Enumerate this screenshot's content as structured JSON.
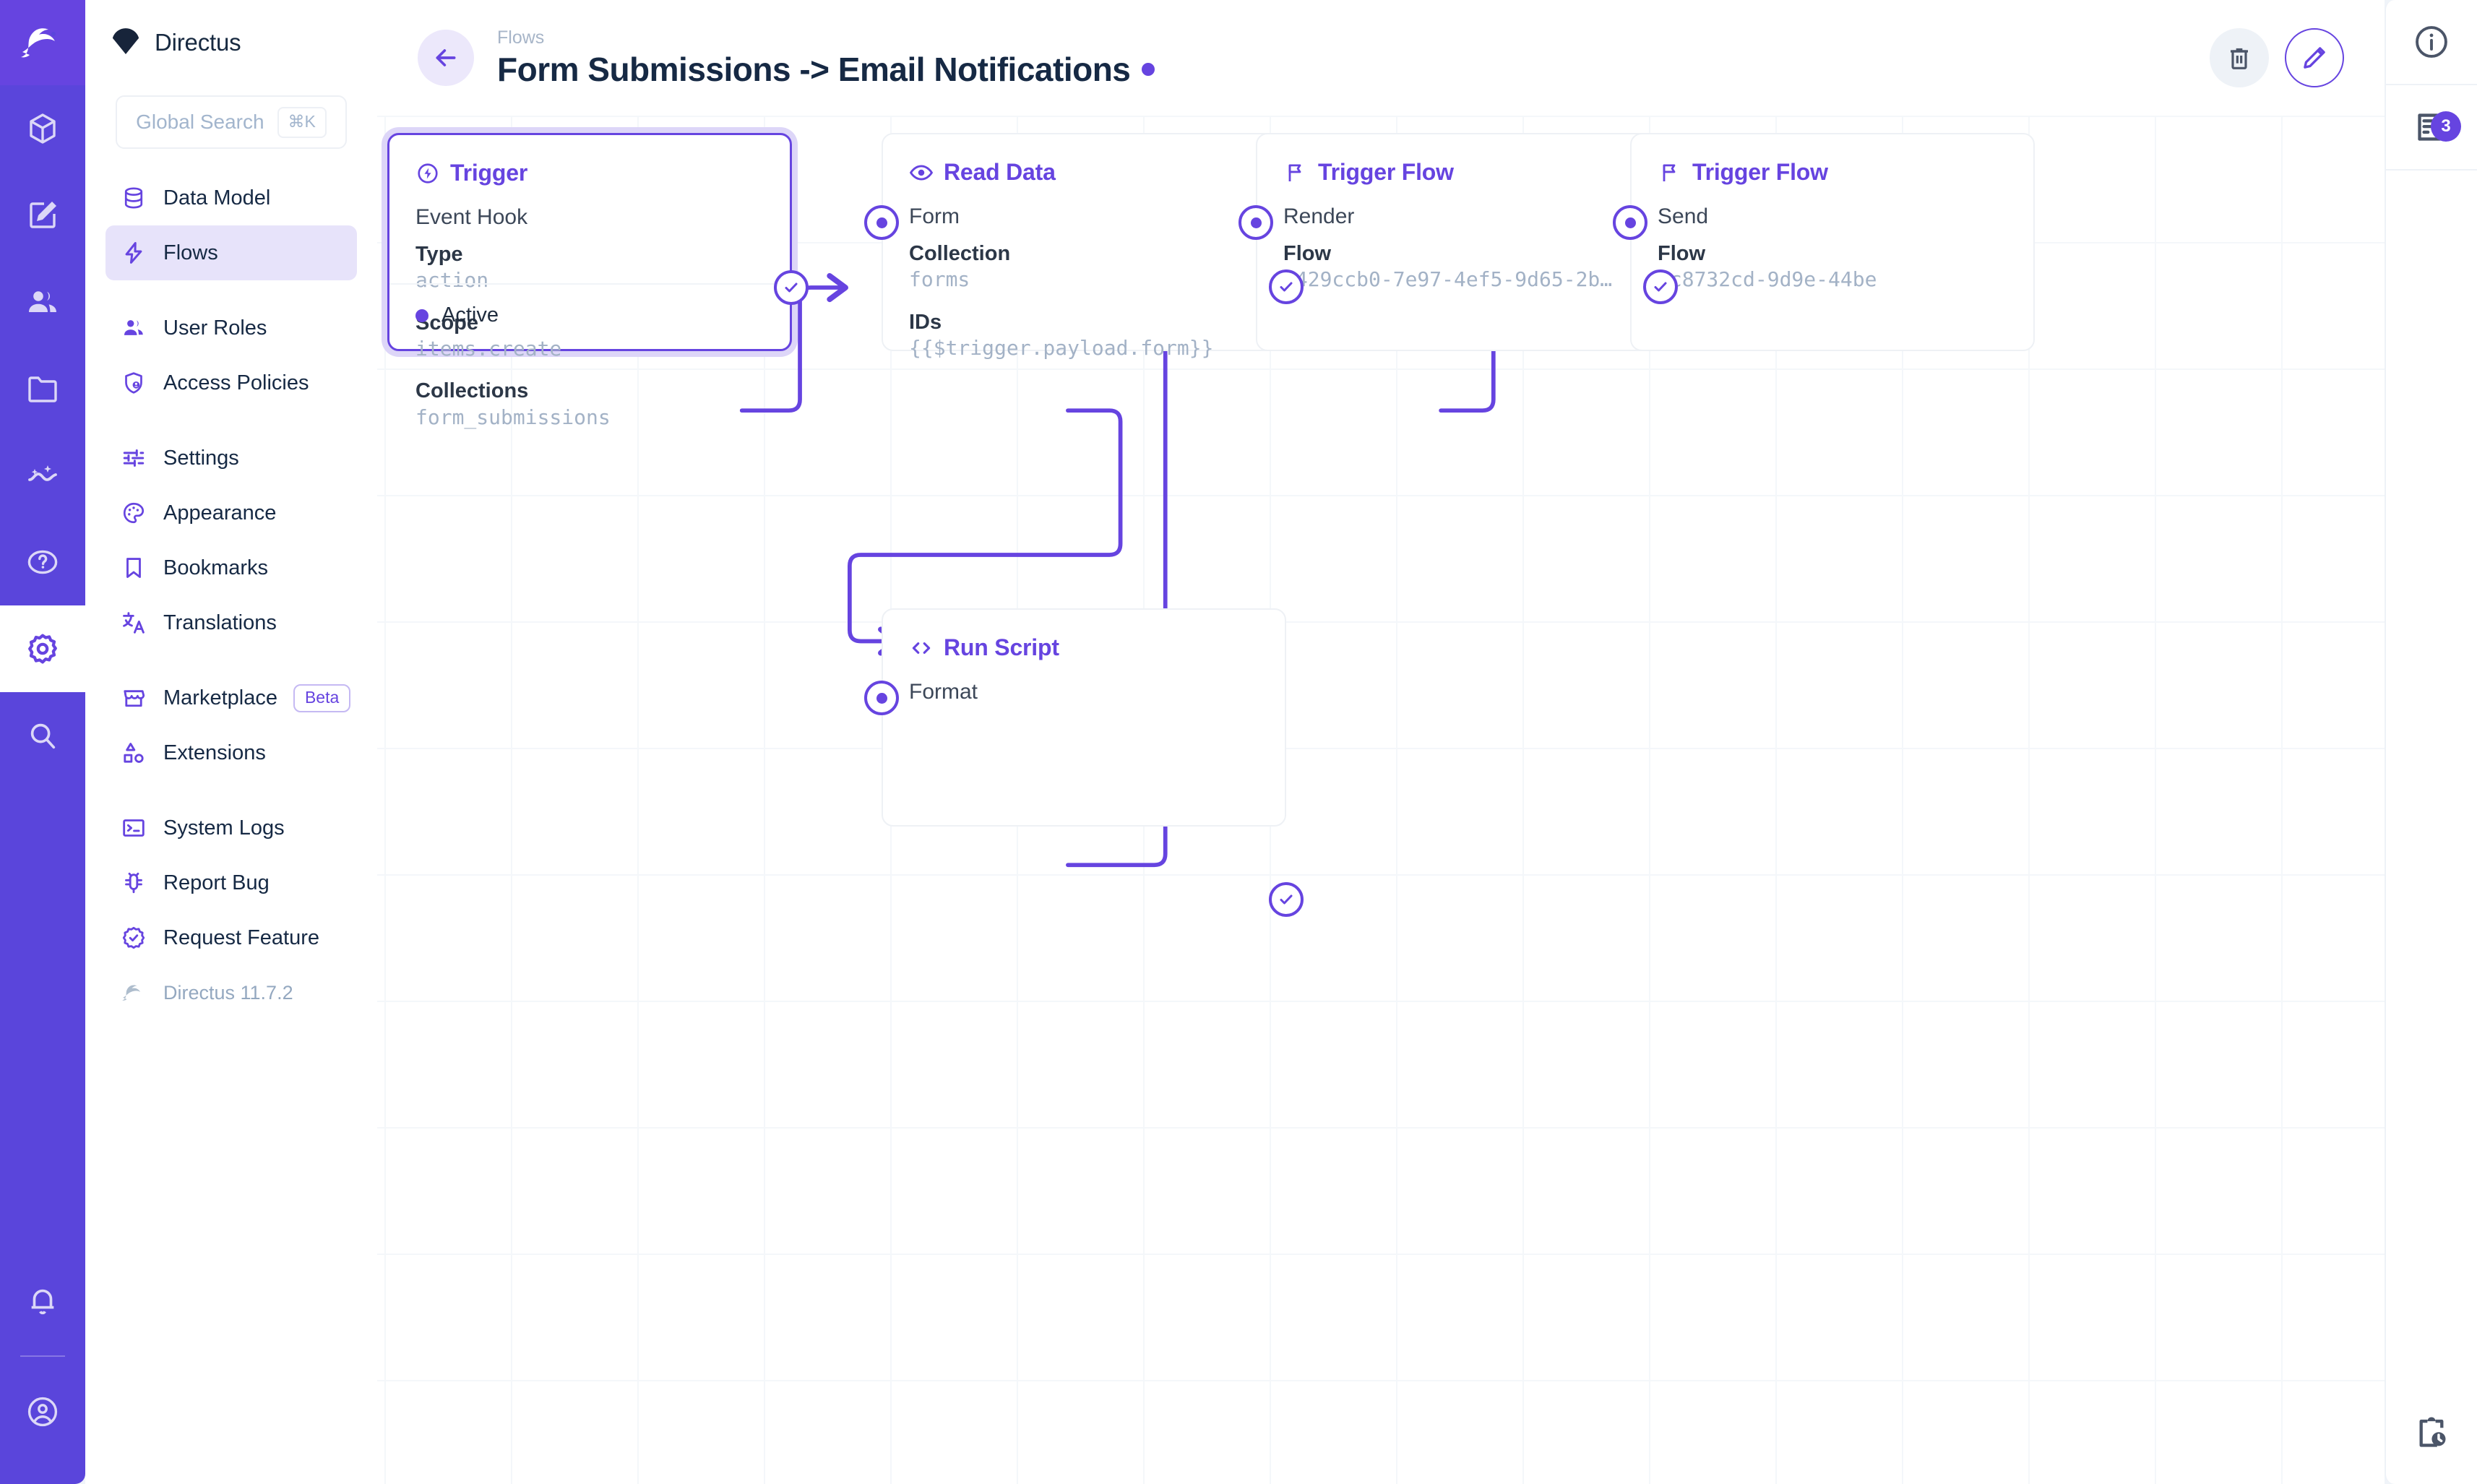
{
  "app": {
    "brand": "Directus",
    "version_label": "Directus 11.7.2"
  },
  "search": {
    "placeholder": "Global Search",
    "shortcut": "⌘K"
  },
  "rail": {
    "items": [
      {
        "name": "directus-logo",
        "label": "Directus"
      },
      {
        "name": "content-cube-icon",
        "label": "Content"
      },
      {
        "name": "edit-icon",
        "label": "Editor"
      },
      {
        "name": "users-icon",
        "label": "Users"
      },
      {
        "name": "folder-icon",
        "label": "Files"
      },
      {
        "name": "insights-icon",
        "label": "Insights"
      },
      {
        "name": "help-icon",
        "label": "Help"
      },
      {
        "name": "gear-icon",
        "label": "Settings"
      },
      {
        "name": "search-icon",
        "label": "Search"
      }
    ],
    "bottom": [
      {
        "name": "bell-icon",
        "label": "Notifications"
      },
      {
        "name": "avatar-icon",
        "label": "Account"
      }
    ]
  },
  "sidebar": {
    "groups": [
      {
        "items": [
          {
            "label": "Data Model",
            "icon": "database-icon",
            "active": false
          },
          {
            "label": "Flows",
            "icon": "bolt-icon",
            "active": true
          }
        ]
      },
      {
        "items": [
          {
            "label": "User Roles",
            "icon": "users-icon",
            "active": false
          },
          {
            "label": "Access Policies",
            "icon": "shield-user-icon",
            "active": false
          }
        ]
      },
      {
        "items": [
          {
            "label": "Settings",
            "icon": "sliders-icon",
            "active": false
          },
          {
            "label": "Appearance",
            "icon": "palette-icon",
            "active": false
          },
          {
            "label": "Bookmarks",
            "icon": "bookmark-icon",
            "active": false
          },
          {
            "label": "Translations",
            "icon": "translate-icon",
            "active": false
          }
        ]
      },
      {
        "items": [
          {
            "label": "Marketplace",
            "icon": "store-icon",
            "badge": "Beta",
            "active": false
          },
          {
            "label": "Extensions",
            "icon": "shapes-icon",
            "active": false
          }
        ]
      },
      {
        "items": [
          {
            "label": "System Logs",
            "icon": "terminal-icon",
            "active": false
          },
          {
            "label": "Report Bug",
            "icon": "bug-icon",
            "active": false
          },
          {
            "label": "Request Feature",
            "icon": "badge-check-icon",
            "active": false
          }
        ]
      }
    ]
  },
  "header": {
    "breadcrumb": "Flows",
    "title": "Form Submissions -> Email Notifications",
    "status_dot_color": "#6644e0",
    "back_label": "Back",
    "delete_label": "Delete Flow",
    "edit_label": "Edit Flow"
  },
  "right_rail": {
    "items": [
      {
        "name": "info-icon",
        "label": "Info",
        "badge": null
      },
      {
        "name": "revisions-icon",
        "label": "Revisions",
        "badge": "3"
      }
    ],
    "bottom": {
      "name": "activity-log-icon",
      "label": "Activity Log"
    }
  },
  "flow": {
    "nodes": [
      {
        "id": "trigger",
        "type_label": "Trigger",
        "type_icon": "bolt-circle-icon",
        "name": "Event Hook",
        "selected": true,
        "fields": [
          {
            "key": "Type",
            "value": "action"
          },
          {
            "key": "Scope",
            "value": "items.create"
          },
          {
            "key": "Collections",
            "value": "form_submissions"
          }
        ],
        "footer": {
          "status": "Active",
          "dot_color": "#6644e0"
        }
      },
      {
        "id": "read-data",
        "type_label": "Read Data",
        "type_icon": "eye-icon",
        "name": "Form",
        "selected": false,
        "fields": [
          {
            "key": "Collection",
            "value": "forms"
          },
          {
            "key": "IDs",
            "value": "{{$trigger.payload.form}}"
          }
        ]
      },
      {
        "id": "run-script",
        "type_label": "Run Script",
        "type_icon": "code-icon",
        "name": "Format",
        "selected": false,
        "fields": []
      },
      {
        "id": "trigger-flow-render",
        "type_label": "Trigger Flow",
        "type_icon": "flag-icon",
        "name": "Render",
        "selected": false,
        "fields": [
          {
            "key": "Flow",
            "value": "5429ccb0-7e97-4ef5-9d65-2b…"
          }
        ]
      },
      {
        "id": "trigger-flow-send",
        "type_label": "Trigger Flow",
        "type_icon": "flag-icon",
        "name": "Send",
        "selected": false,
        "fields": [
          {
            "key": "Flow",
            "value": "7c8732cd-9d9e-44be"
          }
        ]
      }
    ],
    "accent_color": "#6644e0"
  }
}
